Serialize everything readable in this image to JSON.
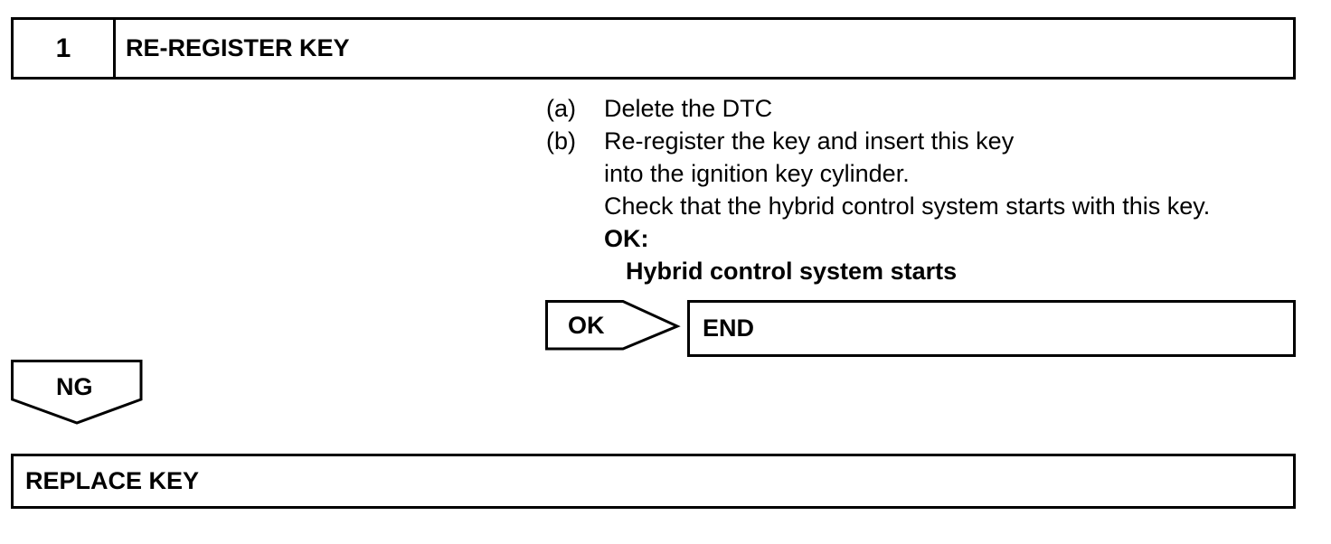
{
  "step": {
    "number": "1",
    "title": "RE-REGISTER KEY"
  },
  "instructions": {
    "a": {
      "marker": "(a)",
      "text": "Delete the DTC"
    },
    "b": {
      "marker": "(b)",
      "lines": [
        "Re-register the key and insert this key",
        "into the ignition key cylinder.",
        "Check that the hybrid control system starts with this key."
      ]
    },
    "ok_heading": "OK:",
    "ok_condition": "Hybrid control system starts"
  },
  "ok_branch": {
    "label": "OK",
    "result": "END"
  },
  "ng_branch": {
    "label": "NG",
    "result": "REPLACE KEY"
  }
}
